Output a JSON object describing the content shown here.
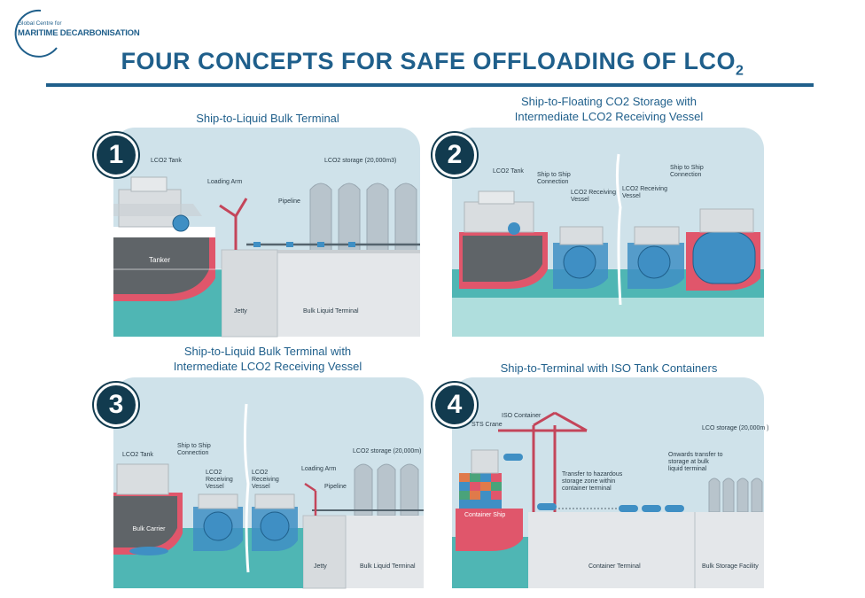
{
  "logo": {
    "line1": "Global Centre for",
    "line2": "MARITIME DECARBONISATION"
  },
  "title": {
    "main": "FOUR CONCEPTS FOR SAFE OFFLOADING OF LCO",
    "sub": "2"
  },
  "colors": {
    "brand": "#1f5f8b",
    "badge": "#123b4f",
    "panel_bg": "#cfe2ea",
    "water": "#4fb6b4",
    "hull_red": "#e0566b",
    "tank_blue": "#3f8fc4",
    "tank_gray": "#b8c4cc"
  },
  "panels": [
    {
      "number": "1",
      "title_line1": "Ship-to-Liquid Bulk Terminal",
      "title_line2": "",
      "labels": {
        "lco2_tank": "LCO2 Tank",
        "loading_arm": "Loading Arm",
        "lco2_storage": "LCO2 storage (20,000m3)",
        "pipeline": "Pipeline",
        "tanker": "Tanker",
        "jetty": "Jetty",
        "bulk_terminal": "Bulk Liquid Terminal"
      }
    },
    {
      "number": "2",
      "title_line1": "Ship-to-Floating CO2 Storage with",
      "title_line2": "Intermediate LCO2 Receiving Vessel",
      "labels": {
        "lco2_tank": "LCO2 Tank",
        "sts_connection_a": "Ship to Ship Connection",
        "receiving_vessel_a": "LCO2 Receiving Vessel",
        "receiving_vessel_b": "LCO2 Receiving Vessel",
        "sts_connection_b": "Ship to Ship Connection"
      }
    },
    {
      "number": "3",
      "title_line1": "Ship-to-Liquid Bulk Terminal with",
      "title_line2": "Intermediate LCO2 Receiving Vessel",
      "labels": {
        "lco2_tank": "LCO2 Tank",
        "sts_connection": "Ship to Ship Connection",
        "receiving_vessel_a": "LCO2 Receiving Vessel",
        "receiving_vessel_b": "LCO2 Receiving Vessel",
        "loading_arm": "Loading Arm",
        "pipeline": "Pipeline",
        "lco2_storage": "LCO2 storage (20,000m)",
        "bulk_carrier": "Bulk Carrier",
        "jetty": "Jetty",
        "bulk_terminal": "Bulk Liquid Terminal"
      }
    },
    {
      "number": "4",
      "title_line1": "Ship-to-Terminal with ISO Tank Containers",
      "title_line2": "",
      "labels": {
        "iso_container": "ISO Container",
        "sts_crane": "STS Crane",
        "transfer_hazardous": "Transfer to hazardous storage zone within container terminal",
        "onwards_transfer": "Onwards transfer to storage at bulk liquid terminal",
        "lco2_storage": "LCO  storage (20,000m )",
        "container_ship": "Container Ship",
        "container_terminal": "Container Terminal",
        "bulk_storage": "Bulk Storage Facility"
      }
    }
  ]
}
